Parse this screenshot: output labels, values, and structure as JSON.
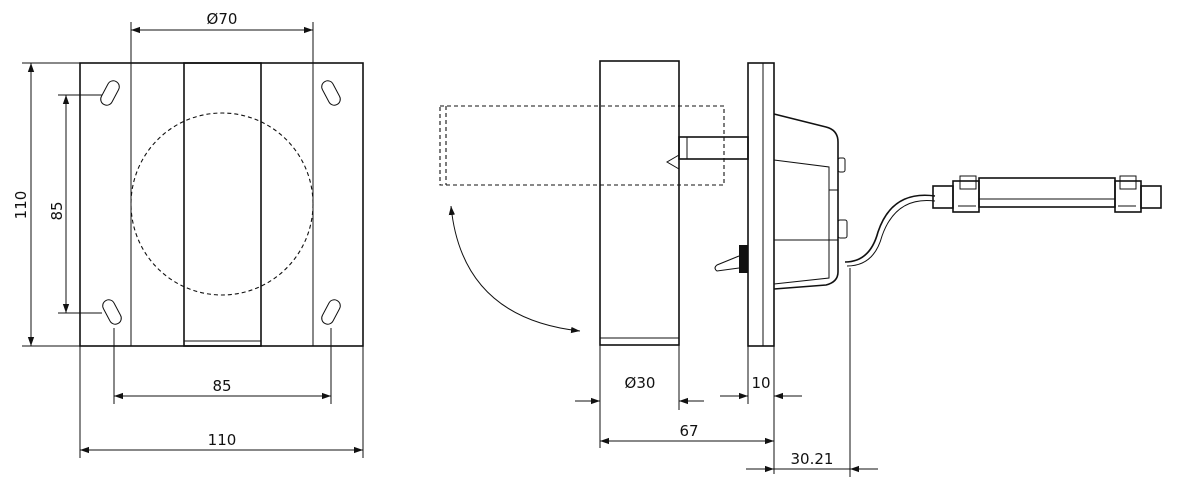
{
  "dimensions": {
    "front_view": {
      "circle_diameter": "Ø70",
      "outer_height": "110",
      "hole_spacing_vertical": "85",
      "hole_spacing_horizontal": "85",
      "outer_width": "110"
    },
    "side_view": {
      "sensor_diameter": "Ø30",
      "flange_thickness": "10",
      "overall_length": "67",
      "offset": "30.21"
    }
  }
}
